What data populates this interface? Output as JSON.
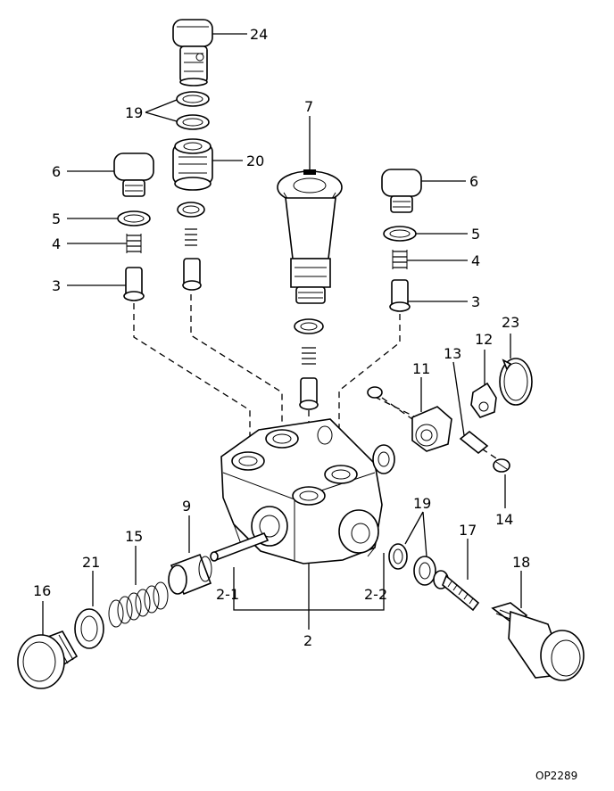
{
  "drawing_code": "OP2289",
  "callouts": {
    "c2": "2",
    "c2_1": "2-1",
    "c2_2": "2-2",
    "c3_left": "3",
    "c3_right": "3",
    "c4_left": "4",
    "c4_right": "4",
    "c5_left": "5",
    "c5_right": "5",
    "c6_left": "6",
    "c6_right": "6",
    "c7": "7",
    "c9": "9",
    "c11": "11",
    "c12": "12",
    "c13": "13",
    "c14": "14",
    "c15": "15",
    "c16": "16",
    "c17": "17",
    "c18": "18",
    "c19_top": "19",
    "c19_right": "19",
    "c20": "20",
    "c21": "21",
    "c23": "23",
    "c24": "24"
  }
}
